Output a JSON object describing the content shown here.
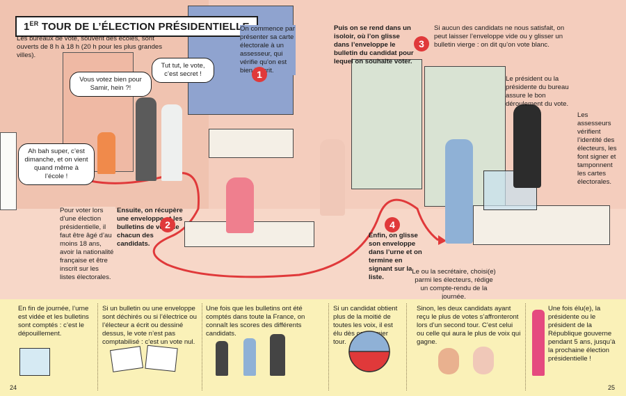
{
  "title": {
    "prefix": "1",
    "sup": "ER",
    "rest": " TOUR DE L’ÉLECTION PRÉSIDENTIELLE"
  },
  "intro": "Les bureaux de vote, souvent des écoles, sont ouverts de 8 h à 18 h (20 h pour les plus grandes villes).",
  "bubbles": {
    "samir": "Vous votez bien pour Samir, hein ?!",
    "secret": "Tut tut, le vote, c’est secret !",
    "dimanche": "Ah bah super, c’est dimanche, et on vient quand même à l’école !"
  },
  "steps": {
    "s1": {
      "num": "1",
      "text": "On commence par présenter sa carte électorale à un assesseur, qui vérifie qu’on est bien inscrit."
    },
    "s2": {
      "num": "2",
      "text": "Ensuite, on récupère une enveloppe et les bulletins de vote de chacun des candidats."
    },
    "s3": {
      "num": "3",
      "text": "Puis on se rend dans un isoloir, où l’on glisse dans l’enveloppe le bulletin du candidat pour lequel on souhaite voter."
    },
    "s4": {
      "num": "4",
      "text": "Enfin, on glisse son enveloppe dans l’urne et on termine en signant sur la liste."
    }
  },
  "notes": {
    "blanc": "Si aucun des candidats ne nous satisfait, on peut laisser l’enveloppe vide ou y glisser un bulletin vierge : on dit qu’on vote blanc.",
    "president": "Le président ou la présidente du bureau assure le bon déroulement du vote.",
    "assesseurs": "Les assesseurs vérifient l’identité des électeurs, les font signer et tamponnent les cartes électorales.",
    "conditions": "Pour voter lors d’une élection présidentielle, il faut être âgé d’au moins 18 ans, avoir la nationalité française et être inscrit sur les listes électorales.",
    "secretaire": "Le ou la secrétaire, choisi(e) parmi les électeurs, rédige un compte-rendu de la journée."
  },
  "bottom": {
    "b1": "En fin de journée, l’urne est vidée et les bulletins sont comptés : c’est le dépouillement.",
    "b2": "Si un bulletin ou une enveloppe sont déchirés ou si l’électrice ou l’électeur a écrit ou dessiné dessus, le vote n’est pas comptabilisé : c’est un vote nul.",
    "b3": "Une fois que les bulletins ont été comptés dans toute la France, on connaît les scores des différents candidats.",
    "b4": "Si un candidat obtient plus de la moitié de toutes les voix, il est élu dès ce premier tour.",
    "b5": "Sinon, les deux candidats ayant reçu le plus de votes s’affronteront lors d’un second tour. C’est celui ou celle qui aura le plus de voix qui gagne.",
    "b6": "Une fois élu(e), la présidente ou le président de la République gouverne pendant 5 ans, jusqu’à la prochaine élection présidentielle !"
  },
  "pages": {
    "left": "24",
    "right": "25"
  },
  "colors": {
    "accent": "#e0393a",
    "bottom_band": "#faf1b8",
    "wall": "#f4cdbd"
  }
}
